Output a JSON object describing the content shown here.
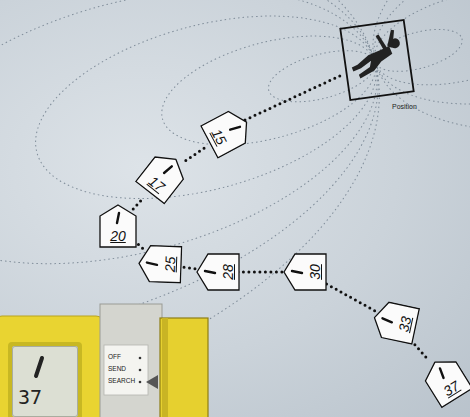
{
  "diagram": {
    "nodes": [
      {
        "text": [
          "15"
        ]
      },
      {
        "text": [
          "17"
        ]
      },
      {
        "text": [
          "20"
        ]
      },
      {
        "text": [
          "25"
        ]
      },
      {
        "text": [
          "28"
        ]
      },
      {
        "text": [
          "30"
        ]
      },
      {
        "text": [
          "33"
        ]
      },
      {
        "text": [
          "37"
        ]
      },
      {
        "text": [
          "37"
        ]
      }
    ],
    "edges": [
      {
        "from": 7,
        "to": 6,
        "arrow": "none"
      },
      {
        "from": 6,
        "to": 5,
        "arrow": "none"
      },
      {
        "from": 5,
        "to": 4,
        "arrow": "none"
      },
      {
        "from": 4,
        "to": 3,
        "arrow": "none"
      },
      {
        "from": 3,
        "to": 2,
        "arrow": "none"
      },
      {
        "from": 2,
        "to": 1,
        "arrow": "none"
      },
      {
        "from": 1,
        "to": 0,
        "arrow": "none"
      }
    ],
    "labels": [
      "Position",
      "OFF",
      "SEND",
      "SEARCH"
    ]
  }
}
